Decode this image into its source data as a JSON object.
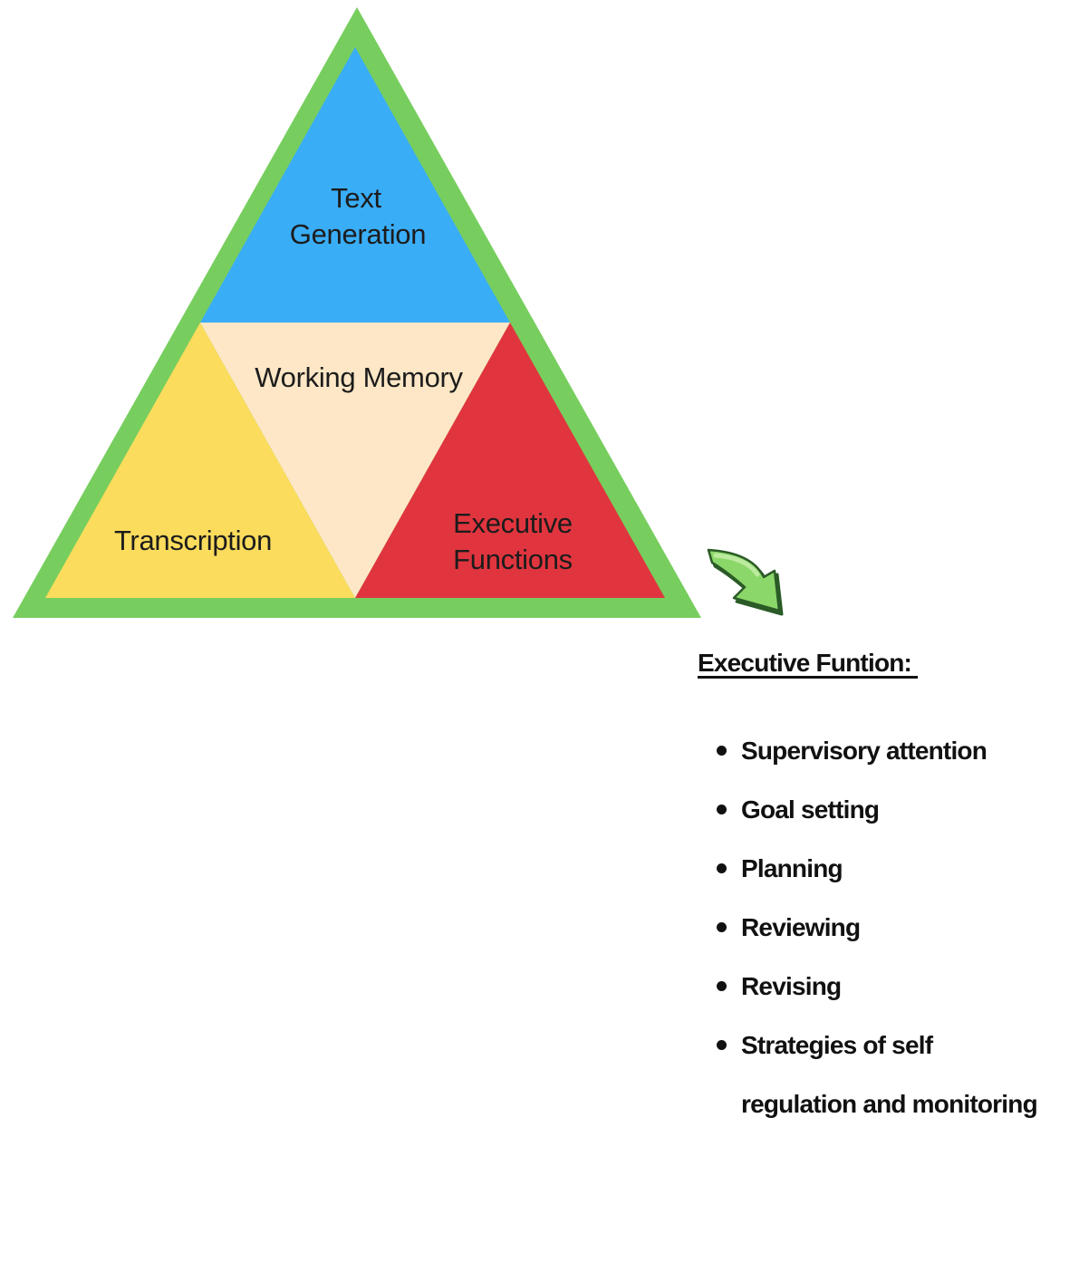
{
  "colors": {
    "border_green": "#77CE5E",
    "arrow_light": "#8CD76A",
    "arrow_dark": "#2B5B27",
    "arrow_highlight": "#BCEA9E",
    "label_text": "#1c1c1c"
  },
  "pyramid": {
    "sections": [
      {
        "id": "text-generation",
        "label_lines": [
          "Text",
          "Generation"
        ],
        "color": "#3AADF7"
      },
      {
        "id": "working-memory",
        "label_lines": [
          "Working Memory"
        ],
        "color": "#FDE7C6"
      },
      {
        "id": "transcription",
        "label_lines": [
          "Transcription"
        ],
        "color": "#FBDC5C"
      },
      {
        "id": "executive-functions",
        "label_lines": [
          "Executive",
          "Functions"
        ],
        "color": "#E0353E"
      }
    ]
  },
  "panel": {
    "heading": "Executive Funtion: ",
    "items": [
      {
        "lines": [
          "Supervisory attention"
        ]
      },
      {
        "lines": [
          "Goal setting"
        ]
      },
      {
        "lines": [
          "Planning"
        ]
      },
      {
        "lines": [
          "Reviewing"
        ]
      },
      {
        "lines": [
          "Revising"
        ]
      },
      {
        "lines": [
          "Strategies of self",
          "regulation and monitoring"
        ]
      }
    ]
  }
}
